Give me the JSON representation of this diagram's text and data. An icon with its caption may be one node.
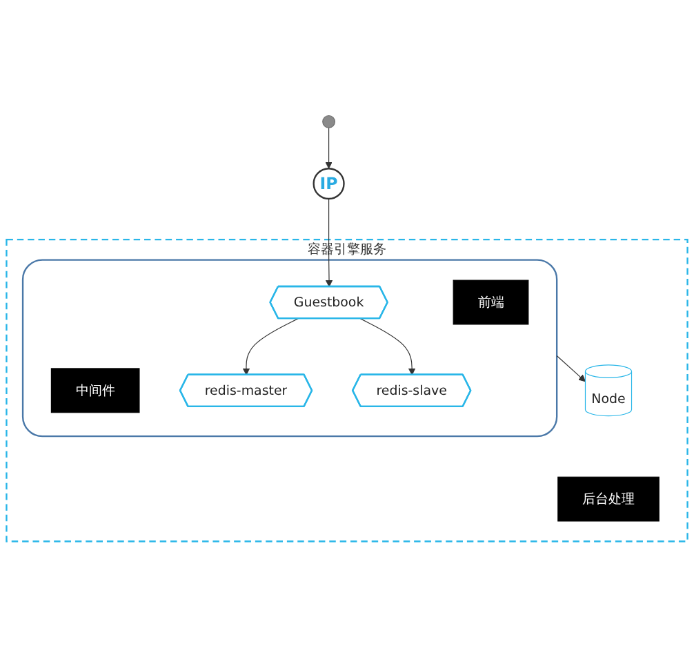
{
  "diagram": {
    "nodes": [
      {
        "text": [],
        "shape": "person"
      },
      {
        "text": [
          "IP"
        ]
      },
      {
        "text": [
          "容器引擎服务"
        ]
      },
      {
        "text": [],
        "shape": "box",
        "in": 2
      },
      {
        "text": [
          "前端"
        ],
        "in": 3
      },
      {
        "text": [
          "Guestbook"
        ],
        "in": 3
      },
      {
        "text": [
          "中间件"
        ],
        "in": 3
      },
      {
        "text": [
          "redis-master"
        ],
        "in": 3
      },
      {
        "text": [
          "redis-slave"
        ],
        "in": 3
      },
      {
        "text": [
          "后台处理"
        ],
        "in": 2
      },
      {
        "text": [
          "Node"
        ],
        "in": 2
      }
    ],
    "edges": [
      {
        "from": 0,
        "to": 1,
        "arrow": "to"
      },
      {
        "from": 1,
        "to": 5,
        "arrow": "to"
      },
      {
        "from": 5,
        "to": 7,
        "arrow": "to"
      },
      {
        "from": 5,
        "to": 8,
        "arrow": "to"
      },
      {
        "from": 3,
        "to": 10,
        "arrow": "to"
      }
    ]
  }
}
